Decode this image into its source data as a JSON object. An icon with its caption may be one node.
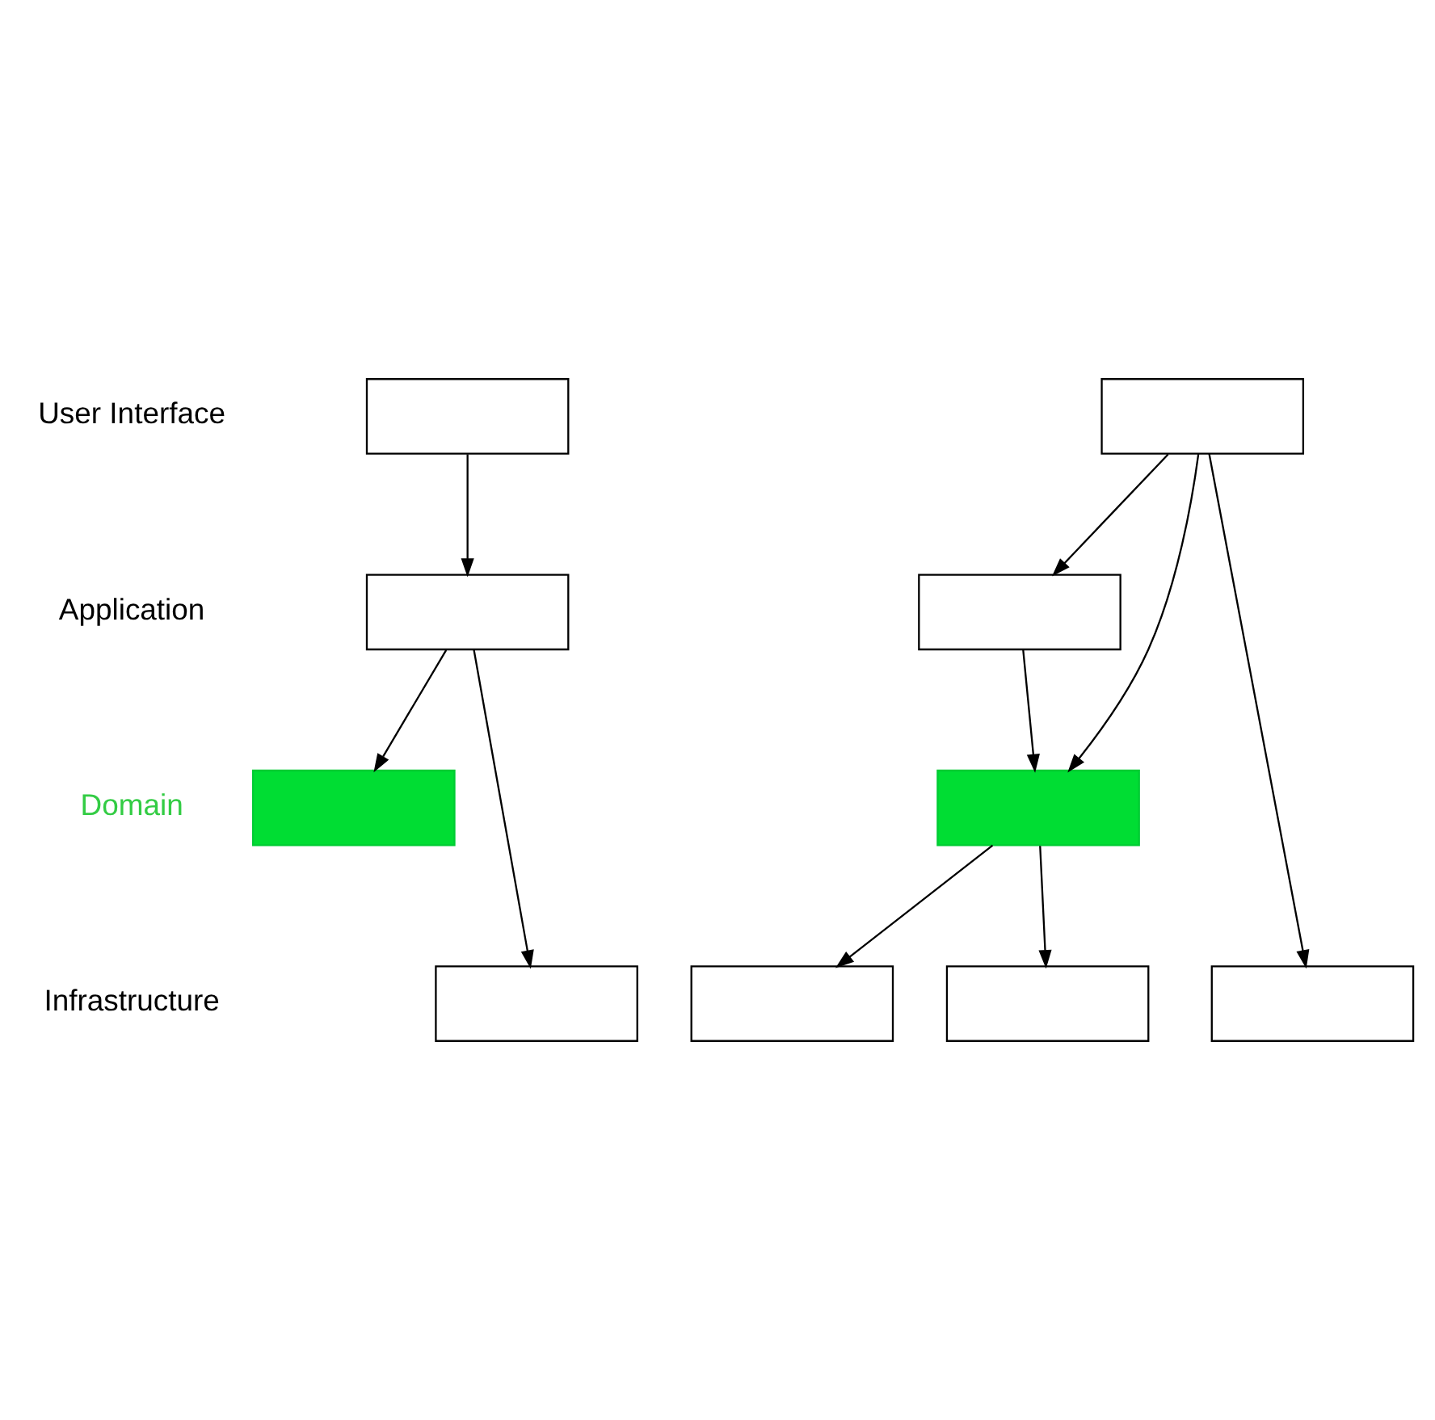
{
  "diagram": {
    "nodes": [
      {
        "text": [],
        "shape": "box"
      },
      {
        "text": [],
        "shape": "box"
      },
      {
        "text": [],
        "shape": "box"
      },
      {
        "text": [],
        "shape": "box"
      },
      {
        "text": [],
        "shape": "box"
      },
      {
        "text": [],
        "shape": "box"
      },
      {
        "text": [],
        "shape": "box"
      },
      {
        "text": [],
        "shape": "box"
      },
      {
        "text": [],
        "shape": "box"
      },
      {
        "text": [],
        "shape": "box"
      }
    ],
    "edges": [
      {
        "from": 0,
        "to": 2,
        "arrow": "to"
      },
      {
        "from": 1,
        "to": 3,
        "arrow": "to"
      },
      {
        "from": 1,
        "to": 5,
        "arrow": "to"
      },
      {
        "from": 1,
        "to": 9,
        "arrow": "to"
      },
      {
        "from": 2,
        "to": 6,
        "arrow": "to"
      },
      {
        "from": 2,
        "to": 4,
        "arrow": "to"
      },
      {
        "from": 3,
        "to": 5,
        "arrow": "to"
      },
      {
        "from": 5,
        "to": 7,
        "arrow": "to"
      },
      {
        "from": 5,
        "to": 8,
        "arrow": "to"
      }
    ],
    "labels": [
      "User Interface",
      "Application",
      "Domain",
      "Infrastructure"
    ]
  }
}
